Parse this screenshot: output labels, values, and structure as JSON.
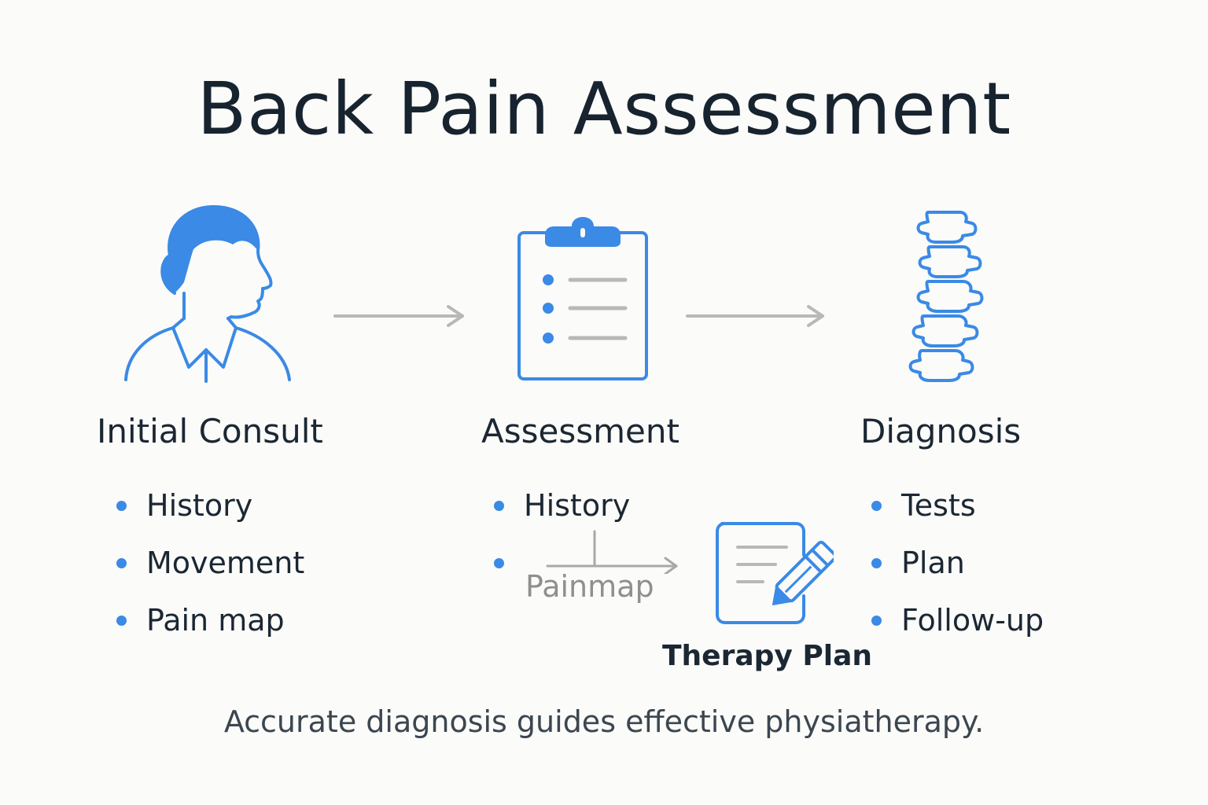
{
  "title": "Back Pain Assessment",
  "colors": {
    "accent": "#3a8ae6",
    "arrow": "#b8b8b8",
    "text": "#1b2733",
    "background": "#fbfbf9"
  },
  "steps": [
    {
      "icon": "person-head-icon",
      "label": "Initial Consult",
      "items": [
        "History",
        "Movement",
        "Pain map"
      ]
    },
    {
      "icon": "clipboard-checklist-icon",
      "label": "Assessment",
      "items": [
        "History",
        ""
      ]
    },
    {
      "icon": "spine-icon",
      "label": "Diagnosis",
      "items": [
        "Tests",
        "Plan",
        "Follow-up"
      ]
    }
  ],
  "branch": {
    "pain_label": "Painmap",
    "therapy_icon": "document-pencil-icon",
    "therapy_label": "Therapy Plan"
  },
  "footer": "Accurate diagnosis guides effective physiatherapy."
}
